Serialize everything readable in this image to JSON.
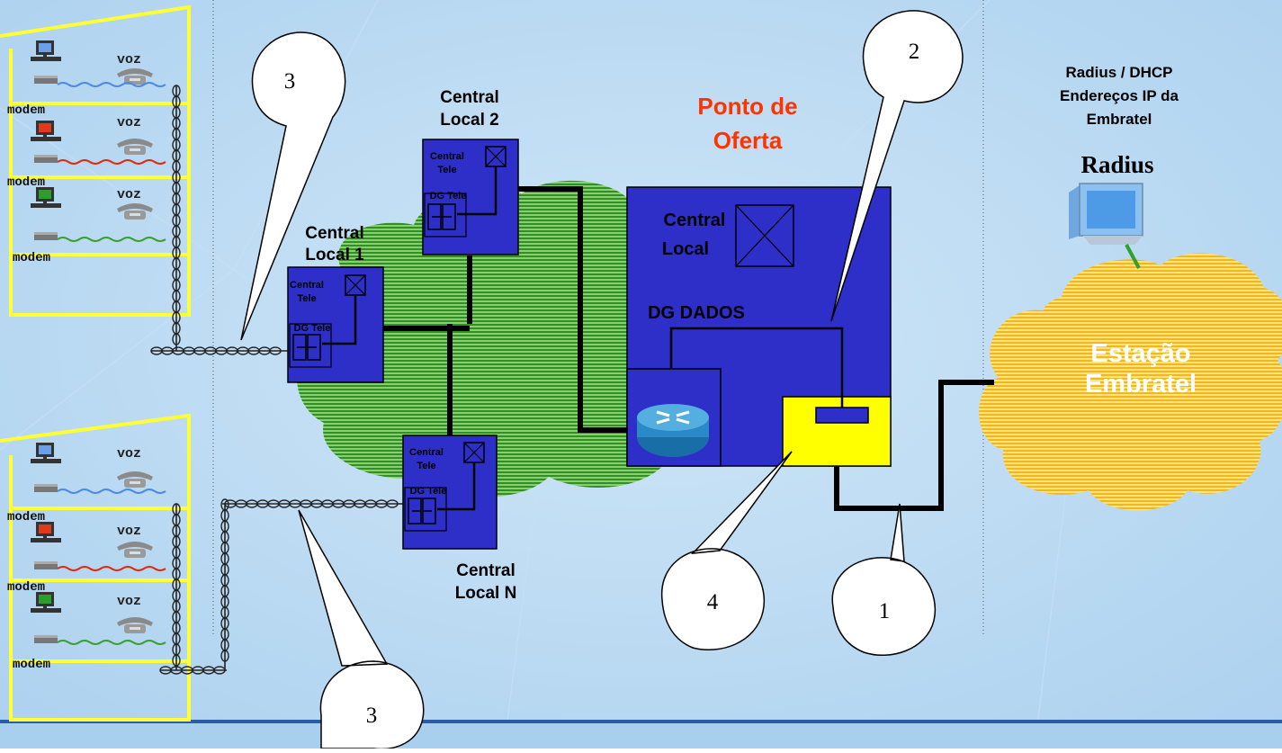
{
  "colors": {
    "background": "#b9d9f2",
    "central_blue": "#2d2fc8",
    "cloud_green": "#3d9a2e",
    "cloud_yellow": "#f2c230",
    "callout_yellow": "#ffff00",
    "frame_yellow": "#ffff33",
    "title_red": "#ff3300",
    "bottom_rule": "#2a5caa"
  },
  "buildings": {
    "top": {
      "voice_labels": [
        "voz",
        "voz",
        "voz"
      ],
      "modem_labels": [
        "modem",
        "modem",
        "modem"
      ]
    },
    "bottom": {
      "voice_labels": [
        "voz",
        "voz",
        "voz"
      ],
      "modem_labels": [
        "modem",
        "modem",
        "modem"
      ]
    }
  },
  "local_exchanges": {
    "local1": {
      "title_l1": "Central",
      "title_l2": "Local 1",
      "inner_l1": "Central",
      "inner_l2": "Tele",
      "dg": "DG Tele"
    },
    "local2": {
      "title_l1": "Central",
      "title_l2": "Local 2",
      "inner_l1": "Central",
      "inner_l2": "Tele",
      "dg": "DG Tele"
    },
    "localN": {
      "title_l1": "Central",
      "title_l2": "Local N",
      "inner_l1": "Central",
      "inner_l2": "Tele",
      "dg": "DG Tele"
    }
  },
  "ponto_de_oferta": {
    "title_l1": "Ponto de",
    "title_l2": "Oferta",
    "central_l1": "Central",
    "central_l2": "Local",
    "dg_dados": "DG DADOS"
  },
  "estacao": {
    "title_l1": "Radius / DHCP",
    "title_l2": "Endereços IP da",
    "title_l3": "Embratel",
    "radius": "Radius",
    "cloud_l1": "Estação",
    "cloud_l2": "Embratel"
  },
  "callouts": {
    "c1": "1",
    "c2": "2",
    "c3a": "3",
    "c3b": "3",
    "c4": "4"
  }
}
